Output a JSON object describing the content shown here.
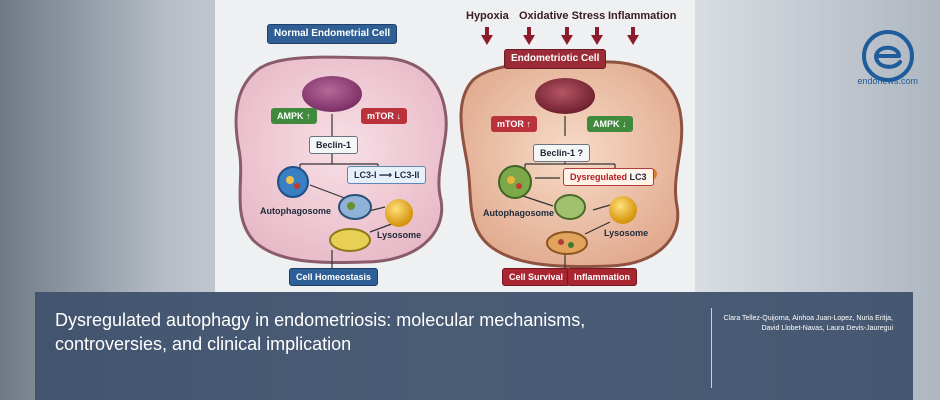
{
  "figure": {
    "stressors": [
      "Hypoxia",
      "Oxidative Stress",
      "Inflammation"
    ],
    "normal_cell": {
      "title": "Normal Endometrial Cell",
      "ampk": "AMPK ↑",
      "mtor": "mTOR ↓",
      "beclin": "Beclin-1",
      "lc3": "LC3-I ⟶ LC3-II",
      "autophagosome": "Autophagosome",
      "lysosome": "Lysosome",
      "outcome": "Cell Homeostasis"
    },
    "endo_cell": {
      "title": "Endometriotic Cell",
      "mtor": "mTOR ↑",
      "ampk": "AMPK ↓",
      "beclin": "Beclin-1 ?",
      "lc3_prefix": "Dysregulated",
      "lc3": "LC3",
      "autophagosome": "Autophagosome",
      "lysosome": "Lysosome",
      "outcome_1": "Cell Survival",
      "outcome_2": "Inflammation"
    },
    "colors": {
      "normal_accent": "#2f5f95",
      "endo_accent": "#9b2b36",
      "up_green": "#3f8a3c",
      "down_red": "#b9323c"
    }
  },
  "brand": {
    "logo_icon": "endonews-logo-icon",
    "site": "endonews.com"
  },
  "article": {
    "headline": "Dysregulated autophagy in endometriosis: molecular mechanisms, controversies, and clinical implication",
    "authors": "Clara Tellez-Quijorna, Ainhoa Juan-Lopez, Nuria Eritja, David Llobet-Navas, Laura Devis-Jauregui"
  }
}
